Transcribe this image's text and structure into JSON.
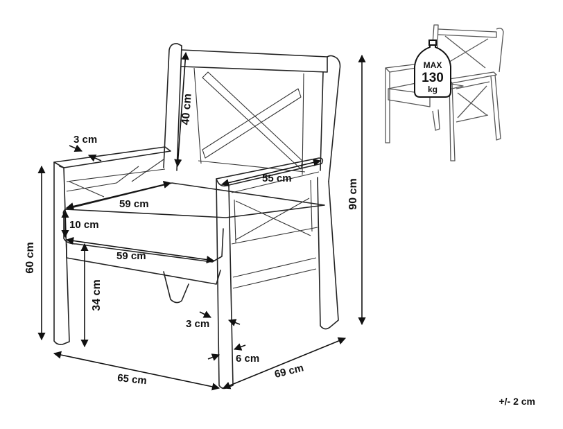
{
  "dimensions": {
    "back_height": "40 cm",
    "arm_thickness": "3 cm",
    "seat_depth": "59 cm",
    "armrest_length": "55 cm",
    "cushion_thickness": "10 cm",
    "seat_width": "59 cm",
    "arm_height": "60 cm",
    "seat_height": "34 cm",
    "total_height": "90 cm",
    "leg_offset": "3 cm",
    "leg_width": "6 cm",
    "total_width": "65 cm",
    "total_depth": "69 cm"
  },
  "max_load": {
    "line1": "MAX",
    "line2": "130",
    "line3": "kg"
  },
  "tolerance": "+/- 2 cm"
}
